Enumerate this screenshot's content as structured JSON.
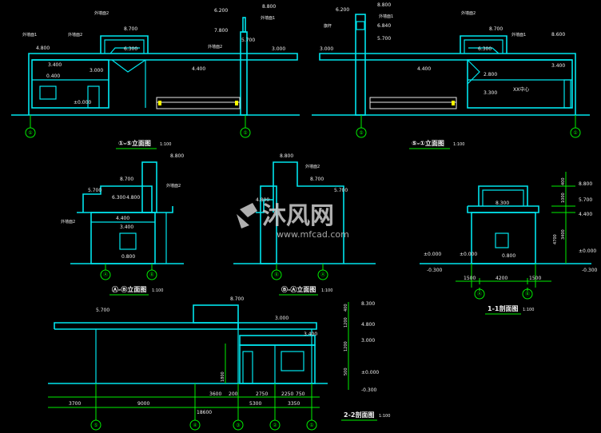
{
  "titles": {
    "elev_1_5": "①-⑤立面图",
    "elev_5_1": "⑤-①立面图",
    "elev_a_b": "Ⓐ-Ⓑ立面图",
    "elev_b_a": "Ⓑ-Ⓐ立面图",
    "sec_1_1": "1-1剖面图",
    "sec_2_2": "2-2剖面图",
    "scale": "1:100"
  },
  "finish_labels": {
    "paint1": "外墙面1",
    "paint2": "外墙面2",
    "flag": "旗杆",
    "xx": "XX中心"
  },
  "elevations": {
    "e1": [
      "8.700",
      "6.300",
      "4.800",
      "3.400",
      "3.000",
      "±0.000",
      "0.400"
    ],
    "e2": [
      "6.200",
      "7.800",
      "8.800",
      "5.700",
      "3.000",
      "4.400"
    ],
    "e3": [
      "6.200",
      "8.800",
      "6.840",
      "5.700",
      "3.000",
      "4.400"
    ],
    "e4": [
      "8.700",
      "6.300",
      "8.600",
      "3.400",
      "2.800",
      "3.300"
    ],
    "e5": [
      "8.800",
      "8.700",
      "5.700",
      "6.300",
      "4.800",
      "4.400",
      "3.400",
      "0.800"
    ],
    "e6": [
      "8.800",
      "8.700",
      "5.700",
      "4.800"
    ],
    "e7": [
      "±0.000",
      "±0.000",
      "-0.300",
      "-0.300",
      "0.800",
      "8.300"
    ],
    "e8": [
      "8.700",
      "5.700",
      "3.400",
      "3.000"
    ],
    "e9": [
      "8.300",
      "4.800",
      "3.000",
      "±0.000",
      "-0.300"
    ]
  },
  "dims": {
    "sec11": [
      "1500",
      "4200",
      "1500"
    ],
    "sec11_v": [
      "400",
      "1000",
      "3400"
    ],
    "sec11_v2": [
      "4700"
    ],
    "sec22": [
      "3700",
      "9000",
      "3600",
      "200",
      "2750",
      "2250",
      "750",
      "5300",
      "3350"
    ],
    "sec22_total": "18600",
    "sec22_v": [
      "500",
      "1200",
      "1800",
      "1200",
      "400"
    ]
  },
  "axes": {
    "a1": "①",
    "a2": "⑤",
    "a3": "⑤",
    "a4": "①",
    "b1": "Ⓐ",
    "b2": "Ⓑ",
    "b3": "Ⓑ",
    "b4": "Ⓐ",
    "c1": "Ⓐ",
    "c2": "Ⓑ",
    "d1": "⑤",
    "d2": "④",
    "d3": "③",
    "d4": "②",
    "d5": "①"
  },
  "watermark": {
    "brand": "沐风网",
    "url": "www.mfcad.com"
  }
}
